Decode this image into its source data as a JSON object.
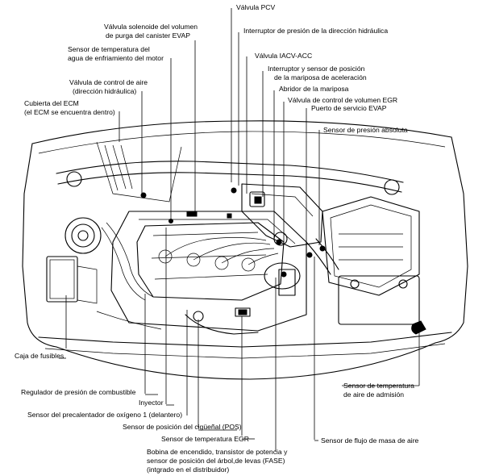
{
  "labels": {
    "pcv": "Válvula PCV",
    "purga_1": "Válvula solenoide del volumen",
    "purga_2": "de purga del canister EVAP",
    "presion_dir": "Interruptor de presión de la dirección hidráulica",
    "refrig_1": "Sensor de temperatura del",
    "refrig_2": "agua de enfriamiento del motor",
    "iacv": "Válvula IACV-ACC",
    "mariposa_1": "Interruptor y sensor de posición",
    "mariposa_2": "de la mariposa de aceleración",
    "aire_1": "Válvula de control de aire",
    "aire_2": "(dirección hidráulica)",
    "abridor": "Abridor de la mariposa",
    "egr_vol": "Válvula de control de volumen EGR",
    "ecm_1": "Cubierta del ECM",
    "ecm_2": "(el ECM se encuentra dentro)",
    "evap": "Puerto de servicio EVAP",
    "abs": "Sensor de presión absoluta",
    "fusibles": "Caja de fusibles",
    "reg_comb": "Regulador de presión de combustible",
    "inyector": "Inyector",
    "oxigeno": "Sensor del precalentador de oxígeno 1 (delantero)",
    "cig": "Sensor de posición del cigüeñal (POS)",
    "egr_temp": "Sensor de temperatura EGR",
    "bobina_1": "Bobina de encendido, transistor de potencia y",
    "bobina_2": "sensor de posición del árbol,de levas (FASE)",
    "bobina_3": "(intgrado en el distribuidor)",
    "aire_adm_1": "Sensor de temperatura",
    "aire_adm_2": "de aire de admisión",
    "flujo": "Sensor de flujo de masa de aire"
  }
}
